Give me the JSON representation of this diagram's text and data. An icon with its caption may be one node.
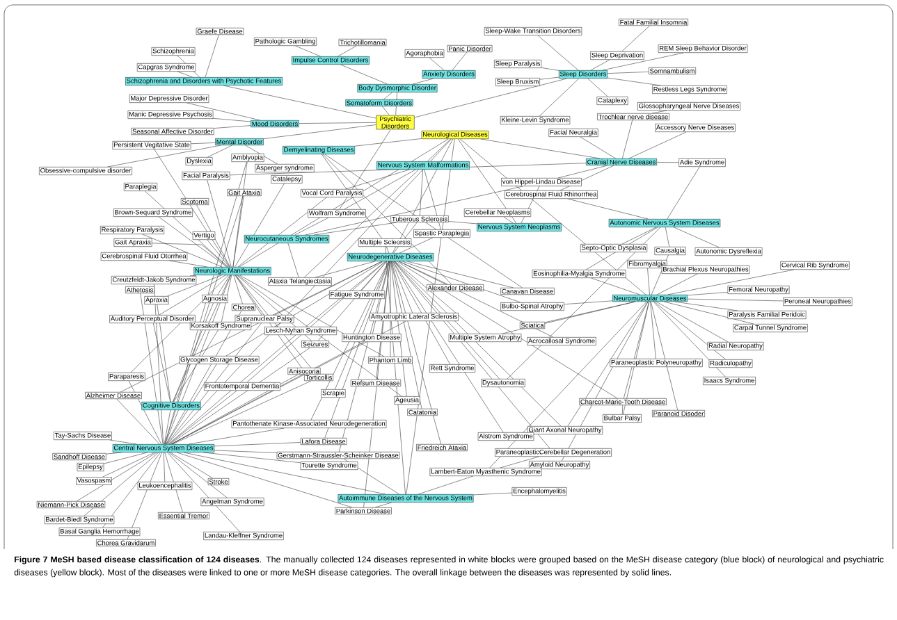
{
  "diagram": {
    "caption": "**Figure 7 MeSH based disease classification of 124 diseases**. The manually collected 124 diseases represented in white blocks were grouped based on the MeSH disease category (blue block) of neurological and psychiatric diseases (yellow block). Most of the diseases were linked to one or more MeSH disease categories. The overall linkage between the diseases was represented by solid lines.",
    "nodes": [
      {
        "text": [
          "Psychiatric Disorders"
        ]
      },
      {
        "text": [
          "Neurological Diseases"
        ]
      },
      {
        "text": [
          "Schizophrenia and Disorders with Psychotic Features"
        ]
      },
      {
        "text": [
          "Impulse Control Disorders"
        ]
      },
      {
        "text": [
          "Anxiety Disorders"
        ]
      },
      {
        "text": [
          "Body Dysmorphic Disorder"
        ]
      },
      {
        "text": [
          "Somatoform Disorders"
        ]
      },
      {
        "text": [
          "Mood Disorders"
        ]
      },
      {
        "text": [
          "Mental Disorder"
        ]
      },
      {
        "text": [
          "Demyelinating Diseases"
        ]
      },
      {
        "text": [
          "Nervous System Malformations"
        ]
      },
      {
        "text": [
          "Sleep Disorders"
        ]
      },
      {
        "text": [
          "Cranial Nerve Diseases"
        ]
      },
      {
        "text": [
          "Autonomic Nervous System Diseases"
        ]
      },
      {
        "text": [
          "Nervous System Neoplasms"
        ]
      },
      {
        "text": [
          "Neurocutaneous Syndromes"
        ]
      },
      {
        "text": [
          "Neurodegenerative Diseases"
        ]
      },
      {
        "text": [
          "Neurologic Manifestations"
        ]
      },
      {
        "text": [
          "Neuromuscular Diseases"
        ]
      },
      {
        "text": [
          "Cognitive Disorders"
        ]
      },
      {
        "text": [
          "Central Nervous System Diseases"
        ]
      },
      {
        "text": [
          "Autoimmune Diseases of the Nervous System"
        ]
      },
      {
        "text": [
          "Graefe Disease"
        ]
      },
      {
        "text": [
          "Pathologic Gambling"
        ]
      },
      {
        "text": [
          "Trichotillomania"
        ]
      },
      {
        "text": [
          "Schizophrenia"
        ]
      },
      {
        "text": [
          "Capgras Syndrome"
        ]
      },
      {
        "text": [
          "Panic Disorder"
        ]
      },
      {
        "text": [
          "Agoraphobia"
        ]
      },
      {
        "text": [
          "Sleep-Wake Transition Disorders"
        ]
      },
      {
        "text": [
          "Fatal Familial Insomnia"
        ]
      },
      {
        "text": [
          "Sleep Deprivation"
        ]
      },
      {
        "text": [
          "REM Sleep Behavior Disorder"
        ]
      },
      {
        "text": [
          "Sleep Paralysis"
        ]
      },
      {
        "text": [
          "Somnambulism"
        ]
      },
      {
        "text": [
          "Sleep Bruxism"
        ]
      },
      {
        "text": [
          "Restless Legs Syndrome"
        ]
      },
      {
        "text": [
          "Cataplexy"
        ]
      },
      {
        "text": [
          "Glossopharyngeal Nerve Diseases"
        ]
      },
      {
        "text": [
          "Trochlear nerve disease"
        ]
      },
      {
        "text": [
          "Kleine-Levin Syndrome"
        ]
      },
      {
        "text": [
          "Facial Neuralgia"
        ]
      },
      {
        "text": [
          "Accessory Nerve Diseases"
        ]
      },
      {
        "text": [
          "Major Depressive Disorder"
        ]
      },
      {
        "text": [
          "Manic Depressive Psychosis"
        ]
      },
      {
        "text": [
          "Seasonal Affective Disorder"
        ]
      },
      {
        "text": [
          "Persistent Vegitative State"
        ]
      },
      {
        "text": [
          "Obsessive-compulsive disorder"
        ]
      },
      {
        "text": [
          "Dyslexia"
        ]
      },
      {
        "text": [
          "Amblyopia"
        ]
      },
      {
        "text": [
          "Asperger syndrome"
        ]
      },
      {
        "text": [
          "Catalepsy"
        ]
      },
      {
        "text": [
          "Facial Paralysis"
        ]
      },
      {
        "text": [
          "Gait Ataxia"
        ]
      },
      {
        "text": [
          "Vocal Cord Paralysis"
        ]
      },
      {
        "text": [
          "Adie Syndrome"
        ]
      },
      {
        "text": [
          "Paraplegia"
        ]
      },
      {
        "text": [
          "Scotoma"
        ]
      },
      {
        "text": [
          "Wolfram Syndrome"
        ]
      },
      {
        "text": [
          "von Hippel-Lindau Disease"
        ]
      },
      {
        "text": [
          "Cerebrospinal Fluid Rhinorrhea"
        ]
      },
      {
        "text": [
          "Brown-Sequard Syndrome"
        ]
      },
      {
        "text": [
          "Cerebellar Neoplasms"
        ]
      },
      {
        "text": [
          "Tuberous Sclerosis"
        ]
      },
      {
        "text": [
          "Vertigo"
        ]
      },
      {
        "text": [
          "Respiratory Paralysis"
        ]
      },
      {
        "text": [
          "Spastic Paraplegia"
        ]
      },
      {
        "text": [
          "Multiple Scleorsis"
        ]
      },
      {
        "text": [
          "Gait Apraxia"
        ]
      },
      {
        "text": [
          "Septo-Optic Dysplasia"
        ]
      },
      {
        "text": [
          "Causalgia"
        ]
      },
      {
        "text": [
          "Autonomic Dysreflexia"
        ]
      },
      {
        "text": [
          "Cerebrospinal Fluid Otorrhea"
        ]
      },
      {
        "text": [
          "Fibromyalgia"
        ]
      },
      {
        "text": [
          "Brachial Plexus Neuropathies"
        ]
      },
      {
        "text": [
          "Eosinophilia-Myalgia Syndrome"
        ]
      },
      {
        "text": [
          "Cervical Rib Syndrome"
        ]
      },
      {
        "text": [
          "Creutzfeldt-Jakob Syndrome"
        ]
      },
      {
        "text": [
          "Ataxia Telangiectasia"
        ]
      },
      {
        "text": [
          "Athetosis"
        ]
      },
      {
        "text": [
          "Alexander Disease"
        ]
      },
      {
        "text": [
          "Canavan Disease"
        ]
      },
      {
        "text": [
          "Fatigue Syndrome"
        ]
      },
      {
        "text": [
          "Femoral Neuropathy"
        ]
      },
      {
        "text": [
          "Apraxia"
        ]
      },
      {
        "text": [
          "Agnosia"
        ]
      },
      {
        "text": [
          "Peroneal Neuropathies"
        ]
      },
      {
        "text": [
          "Chorea"
        ]
      },
      {
        "text": [
          "Bulbo-Spinal Atrophy"
        ]
      },
      {
        "text": [
          "Auditory Perceptual Disorder"
        ]
      },
      {
        "text": [
          "Supranuclear Palsy"
        ]
      },
      {
        "text": [
          "Amyotrophic Lateral Sclerosis"
        ]
      },
      {
        "text": [
          "Paralysis Familial Peridoic"
        ]
      },
      {
        "text": [
          "Korsakoff Syndrome"
        ]
      },
      {
        "text": [
          "Lesch-Nyhan Syndrome"
        ]
      },
      {
        "text": [
          "Sciatica"
        ]
      },
      {
        "text": [
          "Huntington Disease"
        ]
      },
      {
        "text": [
          "Carpal Tunnel Syndrome"
        ]
      },
      {
        "text": [
          "Multiple System Atrophy"
        ]
      },
      {
        "text": [
          "Acrocallosal Syndrome"
        ]
      },
      {
        "text": [
          "Seizures"
        ]
      },
      {
        "text": [
          "Radial Neuropathy"
        ]
      },
      {
        "text": [
          "Glycogen Storage Disease"
        ]
      },
      {
        "text": [
          "Phantom Limb"
        ]
      },
      {
        "text": [
          "Paraneoplastic Polyneuropathy"
        ]
      },
      {
        "text": [
          "Radiculopathy"
        ]
      },
      {
        "text": [
          "Rett Syndrome"
        ]
      },
      {
        "text": [
          "Anisocoria"
        ]
      },
      {
        "text": [
          "Torticollis"
        ]
      },
      {
        "text": [
          "Refsum Disease"
        ]
      },
      {
        "text": [
          "Dysautonomia"
        ]
      },
      {
        "text": [
          "Isaacs Syndrome"
        ]
      },
      {
        "text": [
          "Paraparesis"
        ]
      },
      {
        "text": [
          "Frontotemporal Dementia"
        ]
      },
      {
        "text": [
          "Alzheimer Disease"
        ]
      },
      {
        "text": [
          "Scrapie"
        ]
      },
      {
        "text": [
          "Ageusia"
        ]
      },
      {
        "text": [
          "Charcot-Marie-Tooth Disease"
        ]
      },
      {
        "text": [
          "Catatonia"
        ]
      },
      {
        "text": [
          "Bulbar Palsy"
        ]
      },
      {
        "text": [
          "Paranoid Disoder"
        ]
      },
      {
        "text": [
          "Pantothenate Kinase-Associated Neurodegeneration"
        ]
      },
      {
        "text": [
          "Tay-Sachs Disease"
        ]
      },
      {
        "text": [
          "Giant Axonal Neuropathy"
        ]
      },
      {
        "text": [
          "Alstrom Syndrome"
        ]
      },
      {
        "text": [
          "Lafora Disease"
        ]
      },
      {
        "text": [
          "Friedreich Ataxia"
        ]
      },
      {
        "text": [
          "Sandhoff Disease"
        ]
      },
      {
        "text": [
          "Gerstmann-Straussler-Scheinker Disease"
        ]
      },
      {
        "text": [
          "ParaneoplasticCerebellar Degeneration"
        ]
      },
      {
        "text": [
          "Epilepsy"
        ]
      },
      {
        "text": [
          "Tourette Syndrome"
        ]
      },
      {
        "text": [
          "Amyloid Neuropathy"
        ]
      },
      {
        "text": [
          "Vasospasm"
        ]
      },
      {
        "text": [
          "Leukoencephalitis"
        ]
      },
      {
        "text": [
          "Stroke"
        ]
      },
      {
        "text": [
          "Lambert-Eaton Myasthenic Syndrome"
        ]
      },
      {
        "text": [
          "Angelman Syndrome"
        ]
      },
      {
        "text": [
          "Encephalomyelitis"
        ]
      },
      {
        "text": [
          "Niemann-Pick Disease"
        ]
      },
      {
        "text": [
          "Parkinson Disease"
        ]
      },
      {
        "text": [
          "Essential Tremor"
        ]
      },
      {
        "text": [
          "Bardet-Biedl Syndrome"
        ]
      },
      {
        "text": [
          "Basal Ganglia Hemorrhage"
        ]
      },
      {
        "text": [
          "Landau-Kleffner Syndrome"
        ]
      },
      {
        "text": [
          "Chorea Gravidarum"
        ]
      }
    ],
    "edges": [
      {
        "from": 2,
        "to": 0,
        "arrow": "none"
      },
      {
        "from": 7,
        "to": 0,
        "arrow": "none"
      },
      {
        "from": 8,
        "to": 0,
        "arrow": "none"
      },
      {
        "from": 6,
        "to": 0,
        "arrow": "none"
      },
      {
        "from": 5,
        "to": 0,
        "arrow": "none"
      },
      {
        "from": 11,
        "to": 0,
        "arrow": "none"
      },
      {
        "from": 58,
        "to": 0,
        "arrow": "none"
      },
      {
        "from": 3,
        "to": 5,
        "arrow": "none"
      },
      {
        "from": 4,
        "to": 5,
        "arrow": "none"
      },
      {
        "from": 5,
        "to": 6,
        "arrow": "none"
      },
      {
        "from": 1,
        "to": 9,
        "arrow": "none"
      },
      {
        "from": 1,
        "to": 10,
        "arrow": "none"
      },
      {
        "from": 1,
        "to": 12,
        "arrow": "none"
      },
      {
        "from": 1,
        "to": 14,
        "arrow": "none"
      },
      {
        "from": 1,
        "to": 16,
        "arrow": "none"
      },
      {
        "from": 1,
        "to": 17,
        "arrow": "none"
      },
      {
        "from": 1,
        "to": 18,
        "arrow": "none"
      },
      {
        "from": 1,
        "to": 20,
        "arrow": "none"
      },
      {
        "from": 1,
        "to": 21,
        "arrow": "none"
      },
      {
        "from": 17,
        "to": 19,
        "arrow": "none"
      },
      {
        "from": 17,
        "to": 20,
        "arrow": "none"
      },
      {
        "from": 19,
        "to": 20,
        "arrow": "none"
      },
      {
        "from": 20,
        "to": 21,
        "arrow": "none"
      },
      {
        "from": 22,
        "to": 2,
        "arrow": "none"
      },
      {
        "from": 25,
        "to": 2,
        "arrow": "none"
      },
      {
        "from": 26,
        "to": 2,
        "arrow": "none"
      },
      {
        "from": 23,
        "to": 3,
        "arrow": "none"
      },
      {
        "from": 24,
        "to": 3,
        "arrow": "none"
      },
      {
        "from": 27,
        "to": 4,
        "arrow": "none"
      },
      {
        "from": 28,
        "to": 4,
        "arrow": "none"
      },
      {
        "from": 29,
        "to": 11,
        "arrow": "none"
      },
      {
        "from": 30,
        "to": 31,
        "arrow": "none"
      },
      {
        "from": 31,
        "to": 11,
        "arrow": "none"
      },
      {
        "from": 32,
        "to": 11,
        "arrow": "none"
      },
      {
        "from": 33,
        "to": 11,
        "arrow": "none"
      },
      {
        "from": 34,
        "to": 11,
        "arrow": "none"
      },
      {
        "from": 35,
        "to": 11,
        "arrow": "none"
      },
      {
        "from": 36,
        "to": 11,
        "arrow": "none"
      },
      {
        "from": 37,
        "to": 11,
        "arrow": "none"
      },
      {
        "from": 40,
        "to": 11,
        "arrow": "none"
      },
      {
        "from": 38,
        "to": 39,
        "arrow": "none"
      },
      {
        "from": 39,
        "to": 12,
        "arrow": "none"
      },
      {
        "from": 41,
        "to": 12,
        "arrow": "none"
      },
      {
        "from": 42,
        "to": 12,
        "arrow": "none"
      },
      {
        "from": 55,
        "to": 12,
        "arrow": "none"
      },
      {
        "from": 55,
        "to": 13,
        "arrow": "none"
      },
      {
        "from": 60,
        "to": 12,
        "arrow": "none"
      },
      {
        "from": 59,
        "to": 12,
        "arrow": "none"
      },
      {
        "from": 52,
        "to": 12,
        "arrow": "none"
      },
      {
        "from": 43,
        "to": 7,
        "arrow": "none"
      },
      {
        "from": 44,
        "to": 7,
        "arrow": "none"
      },
      {
        "from": 45,
        "to": 7,
        "arrow": "none"
      },
      {
        "from": 46,
        "to": 8,
        "arrow": "none"
      },
      {
        "from": 47,
        "to": 8,
        "arrow": "none"
      },
      {
        "from": 48,
        "to": 8,
        "arrow": "none"
      },
      {
        "from": 50,
        "to": 8,
        "arrow": "none"
      },
      {
        "from": 46,
        "to": 17,
        "arrow": "none"
      },
      {
        "from": 49,
        "to": 17,
        "arrow": "none"
      },
      {
        "from": 49,
        "to": 20,
        "arrow": "none"
      },
      {
        "from": 51,
        "to": 17,
        "arrow": "none"
      },
      {
        "from": 52,
        "to": 17,
        "arrow": "none"
      },
      {
        "from": 53,
        "to": 17,
        "arrow": "none"
      },
      {
        "from": 53,
        "to": 20,
        "arrow": "none"
      },
      {
        "from": 54,
        "to": 17,
        "arrow": "none"
      },
      {
        "from": 56,
        "to": 17,
        "arrow": "none"
      },
      {
        "from": 57,
        "to": 17,
        "arrow": "none"
      },
      {
        "from": 61,
        "to": 17,
        "arrow": "none"
      },
      {
        "from": 64,
        "to": 17,
        "arrow": "none"
      },
      {
        "from": 65,
        "to": 17,
        "arrow": "none"
      },
      {
        "from": 68,
        "to": 17,
        "arrow": "none"
      },
      {
        "from": 72,
        "to": 17,
        "arrow": "none"
      },
      {
        "from": 77,
        "to": 17,
        "arrow": "none"
      },
      {
        "from": 77,
        "to": 20,
        "arrow": "none"
      },
      {
        "from": 79,
        "to": 20,
        "arrow": "none"
      },
      {
        "from": 84,
        "to": 17,
        "arrow": "none"
      },
      {
        "from": 84,
        "to": 19,
        "arrow": "none"
      },
      {
        "from": 85,
        "to": 17,
        "arrow": "none"
      },
      {
        "from": 85,
        "to": 19,
        "arrow": "none"
      },
      {
        "from": 87,
        "to": 17,
        "arrow": "none"
      },
      {
        "from": 87,
        "to": 20,
        "arrow": "none"
      },
      {
        "from": 89,
        "to": 17,
        "arrow": "none"
      },
      {
        "from": 89,
        "to": 19,
        "arrow": "none"
      },
      {
        "from": 90,
        "to": 17,
        "arrow": "none"
      },
      {
        "from": 90,
        "to": 20,
        "arrow": "none"
      },
      {
        "from": 93,
        "to": 17,
        "arrow": "none"
      },
      {
        "from": 93,
        "to": 19,
        "arrow": "none"
      },
      {
        "from": 100,
        "to": 17,
        "arrow": "none"
      },
      {
        "from": 107,
        "to": 17,
        "arrow": "none"
      },
      {
        "from": 108,
        "to": 17,
        "arrow": "none"
      },
      {
        "from": 116,
        "to": 17,
        "arrow": "none"
      },
      {
        "from": 103,
        "to": 17,
        "arrow": "none"
      },
      {
        "from": 112,
        "to": 17,
        "arrow": "none"
      },
      {
        "from": 58,
        "to": 10,
        "arrow": "none"
      },
      {
        "from": 63,
        "to": 10,
        "arrow": "none"
      },
      {
        "from": 66,
        "to": 10,
        "arrow": "none"
      },
      {
        "from": 78,
        "to": 10,
        "arrow": "none"
      },
      {
        "from": 54,
        "to": 10,
        "arrow": "none"
      },
      {
        "from": 78,
        "to": 15,
        "arrow": "none"
      },
      {
        "from": 63,
        "to": 15,
        "arrow": "none"
      },
      {
        "from": 59,
        "to": 15,
        "arrow": "none"
      },
      {
        "from": 59,
        "to": 14,
        "arrow": "none"
      },
      {
        "from": 62,
        "to": 14,
        "arrow": "none"
      },
      {
        "from": 63,
        "to": 14,
        "arrow": "none"
      },
      {
        "from": 58,
        "to": 15,
        "arrow": "none"
      },
      {
        "from": 67,
        "to": 9,
        "arrow": "none"
      },
      {
        "from": 80,
        "to": 9,
        "arrow": "none"
      },
      {
        "from": 81,
        "to": 9,
        "arrow": "none"
      },
      {
        "from": 60,
        "to": 13,
        "arrow": "none"
      },
      {
        "from": 69,
        "to": 13,
        "arrow": "none"
      },
      {
        "from": 70,
        "to": 13,
        "arrow": "none"
      },
      {
        "from": 71,
        "to": 13,
        "arrow": "none"
      },
      {
        "from": 75,
        "to": 13,
        "arrow": "none"
      },
      {
        "from": 110,
        "to": 13,
        "arrow": "none"
      },
      {
        "from": 73,
        "to": 18,
        "arrow": "none"
      },
      {
        "from": 74,
        "to": 18,
        "arrow": "none"
      },
      {
        "from": 76,
        "to": 18,
        "arrow": "none"
      },
      {
        "from": 83,
        "to": 18,
        "arrow": "none"
      },
      {
        "from": 86,
        "to": 18,
        "arrow": "none"
      },
      {
        "from": 92,
        "to": 18,
        "arrow": "none"
      },
      {
        "from": 97,
        "to": 18,
        "arrow": "none"
      },
      {
        "from": 101,
        "to": 18,
        "arrow": "none"
      },
      {
        "from": 105,
        "to": 18,
        "arrow": "none"
      },
      {
        "from": 111,
        "to": 18,
        "arrow": "none"
      },
      {
        "from": 104,
        "to": 18,
        "arrow": "none"
      },
      {
        "from": 119,
        "to": 18,
        "arrow": "none"
      },
      {
        "from": 120,
        "to": 18,
        "arrow": "none"
      },
      {
        "from": 117,
        "to": 18,
        "arrow": "none"
      },
      {
        "from": 123,
        "to": 18,
        "arrow": "none"
      },
      {
        "from": 88,
        "to": 18,
        "arrow": "none"
      },
      {
        "from": 95,
        "to": 18,
        "arrow": "none"
      },
      {
        "from": 98,
        "to": 18,
        "arrow": "none"
      },
      {
        "from": 136,
        "to": 18,
        "arrow": "none"
      },
      {
        "from": 75,
        "to": 18,
        "arrow": "none"
      },
      {
        "from": 70,
        "to": 18,
        "arrow": "none"
      },
      {
        "from": 132,
        "to": 18,
        "arrow": "none"
      },
      {
        "from": 66,
        "to": 16,
        "arrow": "none"
      },
      {
        "from": 63,
        "to": 16,
        "arrow": "none"
      },
      {
        "from": 67,
        "to": 16,
        "arrow": "none"
      },
      {
        "from": 80,
        "to": 16,
        "arrow": "none"
      },
      {
        "from": 81,
        "to": 16,
        "arrow": "none"
      },
      {
        "from": 82,
        "to": 16,
        "arrow": "none"
      },
      {
        "from": 91,
        "to": 16,
        "arrow": "none"
      },
      {
        "from": 96,
        "to": 16,
        "arrow": "none"
      },
      {
        "from": 98,
        "to": 16,
        "arrow": "none"
      },
      {
        "from": 99,
        "to": 16,
        "arrow": "none"
      },
      {
        "from": 103,
        "to": 16,
        "arrow": "none"
      },
      {
        "from": 106,
        "to": 16,
        "arrow": "none"
      },
      {
        "from": 109,
        "to": 16,
        "arrow": "none"
      },
      {
        "from": 116,
        "to": 16,
        "arrow": "none"
      },
      {
        "from": 118,
        "to": 16,
        "arrow": "none"
      },
      {
        "from": 117,
        "to": 16,
        "arrow": "none"
      },
      {
        "from": 124,
        "to": 16,
        "arrow": "none"
      },
      {
        "from": 126,
        "to": 16,
        "arrow": "none"
      },
      {
        "from": 123,
        "to": 16,
        "arrow": "none"
      },
      {
        "from": 110,
        "to": 16,
        "arrow": "none"
      },
      {
        "from": 88,
        "to": 16,
        "arrow": "none"
      },
      {
        "from": 94,
        "to": 16,
        "arrow": "none"
      },
      {
        "from": 113,
        "to": 16,
        "arrow": "none"
      },
      {
        "from": 121,
        "to": 16,
        "arrow": "none"
      },
      {
        "from": 125,
        "to": 16,
        "arrow": "none"
      },
      {
        "from": 128,
        "to": 16,
        "arrow": "none"
      },
      {
        "from": 115,
        "to": 16,
        "arrow": "none"
      },
      {
        "from": 140,
        "to": 16,
        "arrow": "none"
      },
      {
        "from": 114,
        "to": 16,
        "arrow": "none"
      },
      {
        "from": 78,
        "to": 16,
        "arrow": "none"
      },
      {
        "from": 102,
        "to": 16,
        "arrow": "none"
      },
      {
        "from": 100,
        "to": 16,
        "arrow": "none"
      },
      {
        "from": 129,
        "to": 16,
        "arrow": "none"
      },
      {
        "from": 90,
        "to": 16,
        "arrow": "none"
      },
      {
        "from": 122,
        "to": 20,
        "arrow": "none"
      },
      {
        "from": 127,
        "to": 20,
        "arrow": "none"
      },
      {
        "from": 130,
        "to": 20,
        "arrow": "none"
      },
      {
        "from": 133,
        "to": 20,
        "arrow": "none"
      },
      {
        "from": 134,
        "to": 20,
        "arrow": "none"
      },
      {
        "from": 135,
        "to": 20,
        "arrow": "none"
      },
      {
        "from": 137,
        "to": 20,
        "arrow": "none"
      },
      {
        "from": 139,
        "to": 20,
        "arrow": "none"
      },
      {
        "from": 141,
        "to": 20,
        "arrow": "none"
      },
      {
        "from": 142,
        "to": 20,
        "arrow": "none"
      },
      {
        "from": 143,
        "to": 20,
        "arrow": "none"
      },
      {
        "from": 144,
        "to": 20,
        "arrow": "none"
      },
      {
        "from": 145,
        "to": 20,
        "arrow": "none"
      },
      {
        "from": 114,
        "to": 20,
        "arrow": "none"
      },
      {
        "from": 112,
        "to": 20,
        "arrow": "none"
      },
      {
        "from": 102,
        "to": 20,
        "arrow": "none"
      },
      {
        "from": 113,
        "to": 20,
        "arrow": "none"
      },
      {
        "from": 121,
        "to": 20,
        "arrow": "none"
      },
      {
        "from": 125,
        "to": 20,
        "arrow": "none"
      },
      {
        "from": 128,
        "to": 20,
        "arrow": "none"
      },
      {
        "from": 131,
        "to": 20,
        "arrow": "none"
      },
      {
        "from": 96,
        "to": 20,
        "arrow": "none"
      },
      {
        "from": 100,
        "to": 20,
        "arrow": "none"
      },
      {
        "from": 107,
        "to": 20,
        "arrow": "none"
      },
      {
        "from": 108,
        "to": 20,
        "arrow": "none"
      },
      {
        "from": 94,
        "to": 20,
        "arrow": "none"
      },
      {
        "from": 91,
        "to": 20,
        "arrow": "none"
      },
      {
        "from": 140,
        "to": 20,
        "arrow": "none"
      },
      {
        "from": 136,
        "to": 21,
        "arrow": "none"
      },
      {
        "from": 138,
        "to": 21,
        "arrow": "none"
      },
      {
        "from": 140,
        "to": 21,
        "arrow": "none"
      },
      {
        "from": 67,
        "to": 21,
        "arrow": "none"
      },
      {
        "from": 128,
        "to": 21,
        "arrow": "none"
      },
      {
        "from": 129,
        "to": 136,
        "arrow": "none"
      },
      {
        "from": 117,
        "to": 119,
        "arrow": "none"
      }
    ]
  }
}
